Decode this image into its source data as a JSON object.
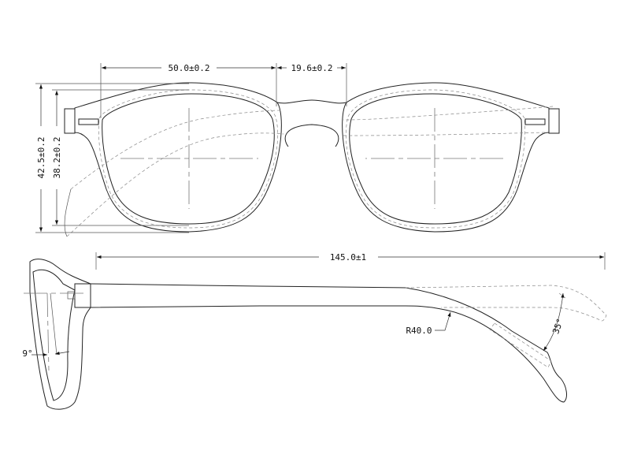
{
  "drawing": {
    "front_view": {
      "lens_width": "50.0±0.2",
      "bridge_width": "19.6±0.2",
      "frame_height": "42.5±0.2",
      "lens_height": "38.2±0.2"
    },
    "side_view": {
      "temple_length": "145.0±1",
      "bend_radius": "R40.0",
      "pantoscopic_angle": "9°",
      "tip_angle": "35°"
    }
  }
}
